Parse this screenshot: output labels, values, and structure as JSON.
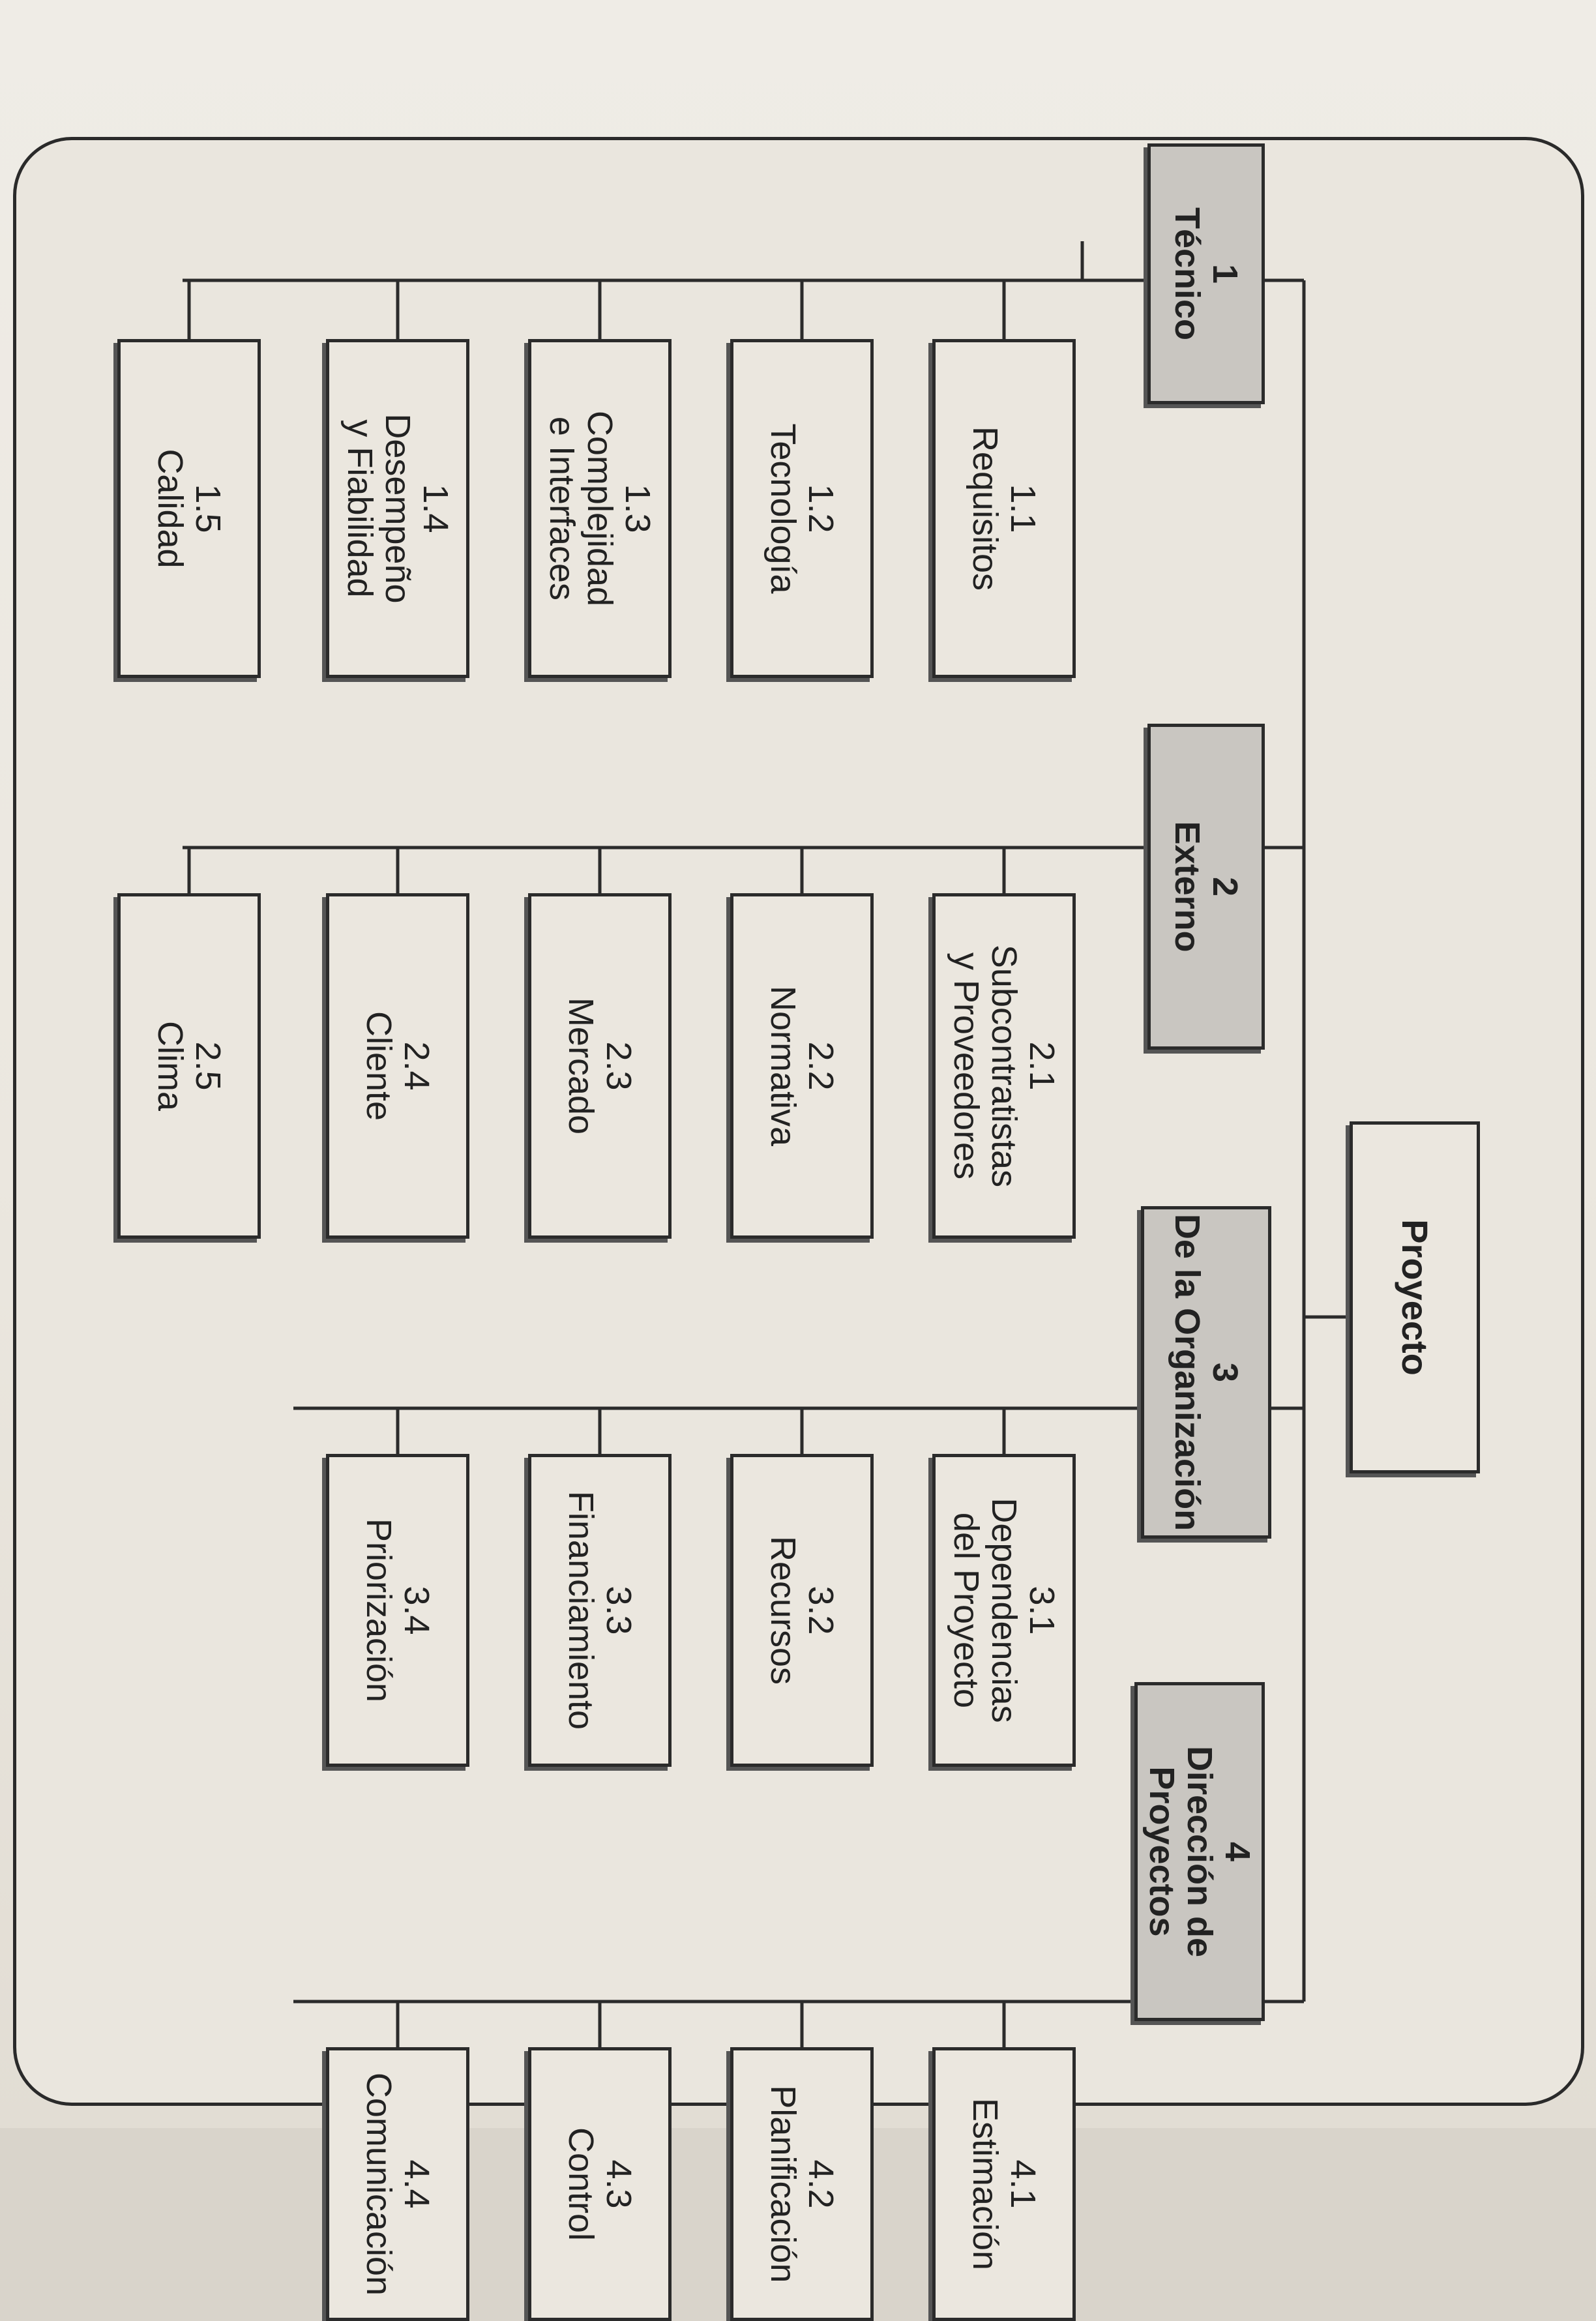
{
  "diagram": {
    "root": {
      "label": "Proyecto"
    },
    "categories": [
      {
        "number": "1",
        "label": "Técnico",
        "items": [
          {
            "number": "1.1",
            "label": "Requisitos"
          },
          {
            "number": "1.2",
            "label": "Tecnología"
          },
          {
            "number": "1.3",
            "label": "Complejidad\ne Interfaces"
          },
          {
            "number": "1.4",
            "label": "Desempeño\ny Fiabilidad"
          },
          {
            "number": "1.5",
            "label": "Calidad"
          }
        ]
      },
      {
        "number": "2",
        "label": "Externo",
        "items": [
          {
            "number": "2.1",
            "label": "Subcontratistas\ny Proveedores"
          },
          {
            "number": "2.2",
            "label": "Normativa"
          },
          {
            "number": "2.3",
            "label": "Mercado"
          },
          {
            "number": "2.4",
            "label": "Cliente"
          },
          {
            "number": "2.5",
            "label": "Clima"
          }
        ]
      },
      {
        "number": "3",
        "label": "De la Organización",
        "items": [
          {
            "number": "3.1",
            "label": "Dependencias\ndel Proyecto"
          },
          {
            "number": "3.2",
            "label": "Recursos"
          },
          {
            "number": "3.3",
            "label": "Financiamiento"
          },
          {
            "number": "3.4",
            "label": "Priorización"
          }
        ]
      },
      {
        "number": "4",
        "label": "Dirección de\nProyectos",
        "items": [
          {
            "number": "4.1",
            "label": "Estimación"
          },
          {
            "number": "4.2",
            "label": "Planificación"
          },
          {
            "number": "4.3",
            "label": "Control"
          },
          {
            "number": "4.4",
            "label": "Comunicación"
          }
        ]
      }
    ]
  }
}
